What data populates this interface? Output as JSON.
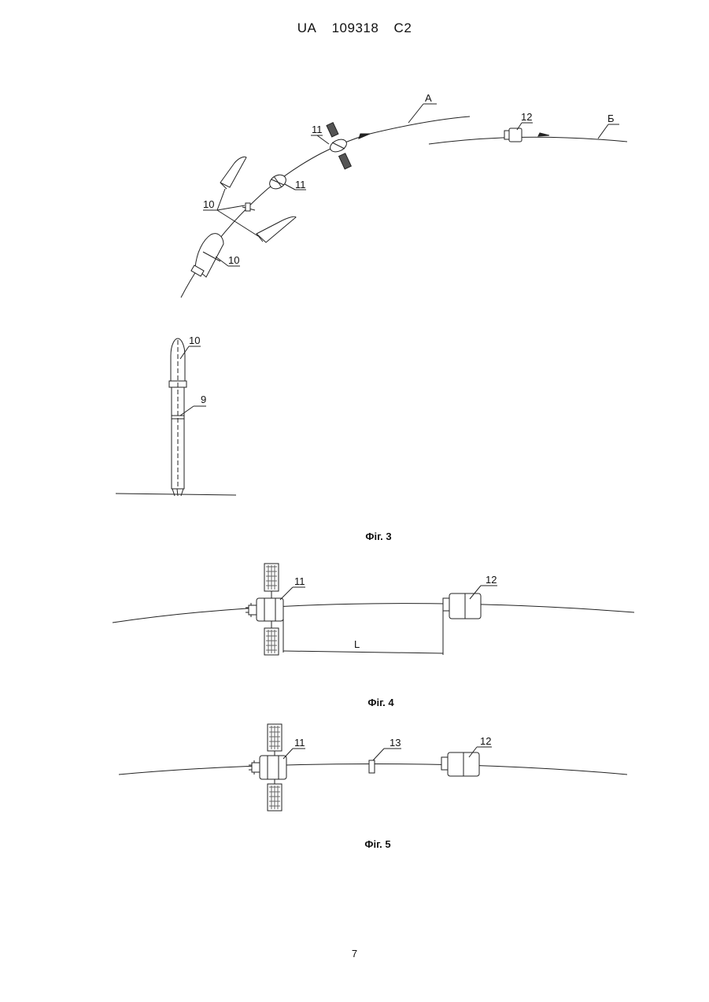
{
  "header": {
    "country": "UA",
    "number": "109318",
    "kind": "C2"
  },
  "figures": [
    {
      "caption": "Фіг. 3",
      "labels": {
        "orbit_a": "А",
        "orbit_b": "Б",
        "sat_top": "11",
        "sat_mid": "11",
        "target": "12",
        "fairings": "10",
        "stage_upper": "10",
        "rocket_head": "10",
        "rocket_body": "9"
      }
    },
    {
      "caption": "Фіг. 4",
      "labels": {
        "satellite": "11",
        "target": "12",
        "distance": "L"
      }
    },
    {
      "caption": "Фіг. 5",
      "labels": {
        "satellite": "11",
        "object": "13",
        "target": "12"
      }
    }
  ],
  "page_number": "7"
}
